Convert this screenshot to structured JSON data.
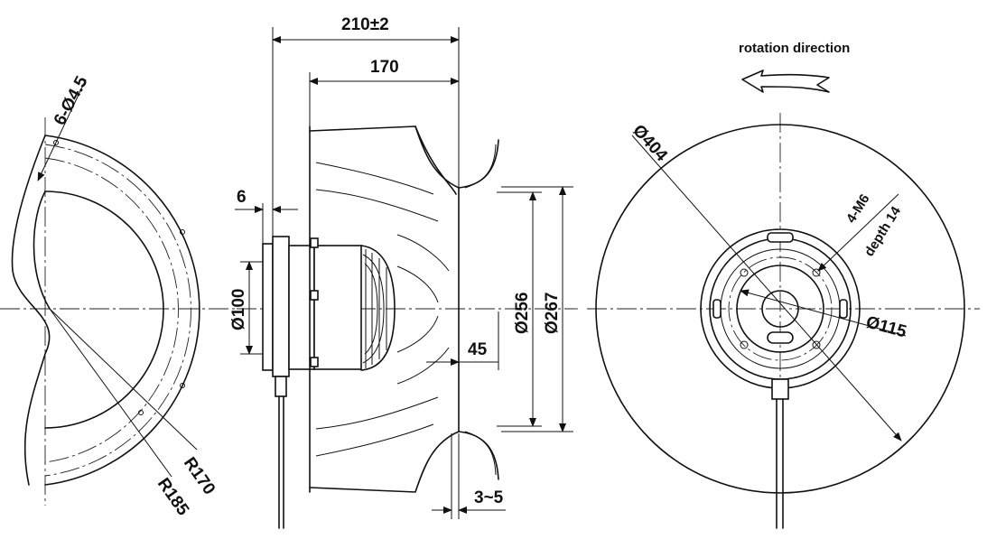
{
  "left_view": {
    "hole_callout": "6-Ø4.5",
    "radius_inner": "R170",
    "radius_outer": "R185"
  },
  "side_view": {
    "overall_length": "210±2",
    "blade_length": "170",
    "flange_thickness": "6",
    "motor_diameter": "Ø100",
    "inlet_depth": "45",
    "inlet_diameter": "Ø256",
    "inlet_outer_diameter": "Ø267",
    "gap": "3~5"
  },
  "front_view": {
    "rotation_label": "rotation direction",
    "impeller_diameter": "Ø404",
    "thread_spec": "4-M6",
    "thread_depth": "depth 14",
    "bolt_circle": "Ø115"
  }
}
